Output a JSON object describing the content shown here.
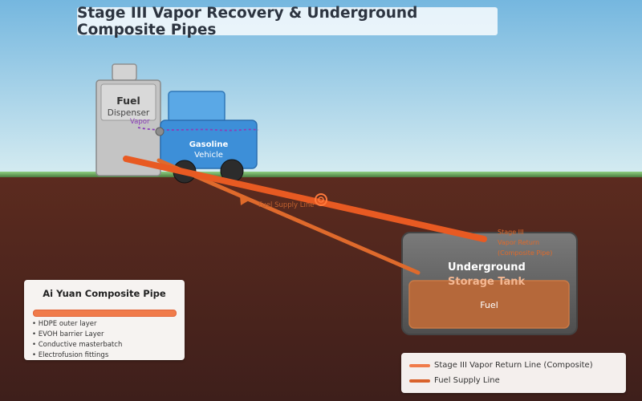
{
  "title": "Stage III Vapor Recovery & Underground Composite Pipes",
  "dispenser": {
    "label_line1": "Fuel",
    "label_line2": "Dispenser"
  },
  "vapor_label": "Vapor",
  "vehicle": {
    "label_line1": "Gasoline",
    "label_line2": "Vehicle"
  },
  "supply_line_label": "Fuel Supply Line",
  "vapor_return_label": [
    "Stage III",
    "Vapor Return",
    "(Composite Pipe)"
  ],
  "tank": {
    "label_line1": "Underground",
    "label_line2": "Storage Tank",
    "fuel_label": "Fuel"
  },
  "left_legend": {
    "title": "Ai Yuan Composite Pipe",
    "items": [
      "HDPE outer layer",
      "EVOH barrier Layer",
      "Conductive masterbatch",
      "Electrofusion fittings"
    ]
  },
  "right_legend": {
    "items": [
      {
        "label": "Stage III Vapor Return Line (Composite)",
        "color": "#f07b4a"
      },
      {
        "label": "Fuel Supply Line",
        "color": "#d9622b"
      }
    ]
  },
  "colors": {
    "vapor_return_pipe": "#e85a22",
    "supply_pipe": "#df6a2c",
    "vapor_dash": "#8a3fb8",
    "vehicle": "#3d8fd8",
    "ground": "#5a2c20"
  }
}
